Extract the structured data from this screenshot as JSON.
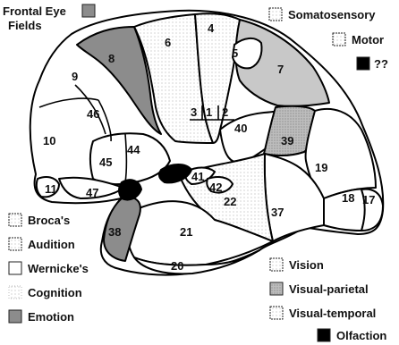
{
  "title": "Frontal Eye Fields",
  "legend": {
    "somatosensory": "Somatosensory",
    "motor": "Motor",
    "unknown": "??",
    "brocas": "Broca's",
    "audition": "Audition",
    "wernickes": "Wernicke's",
    "cognition": "Cognition",
    "emotion": "Emotion",
    "vision": "Vision",
    "visual_parietal": "Visual-parietal",
    "visual_temporal": "Visual-temporal",
    "olfaction": "Olfaction"
  },
  "areas": {
    "a8": "8",
    "a6": "6",
    "a4": "4",
    "a5": "5",
    "a7": "7",
    "a9": "9",
    "a46": "46",
    "a10": "10",
    "a45": "45",
    "a44": "44",
    "a11": "11",
    "a47": "47",
    "a3": "3",
    "a1": "1",
    "a2": "2",
    "a40": "40",
    "a39": "39",
    "a19": "19",
    "a41": "41",
    "a42": "42",
    "a22": "22",
    "a37": "37",
    "a18": "18",
    "a17": "17",
    "a38": "38",
    "a21": "21",
    "a20": "20"
  },
  "colors": {
    "white": "#ffffff",
    "light_dotted": "#f2f2f2",
    "somatosensory": "#ececec",
    "medium_gray": "#b4b4b4",
    "dark_gray": "#8c8c8c",
    "black": "#000000"
  }
}
